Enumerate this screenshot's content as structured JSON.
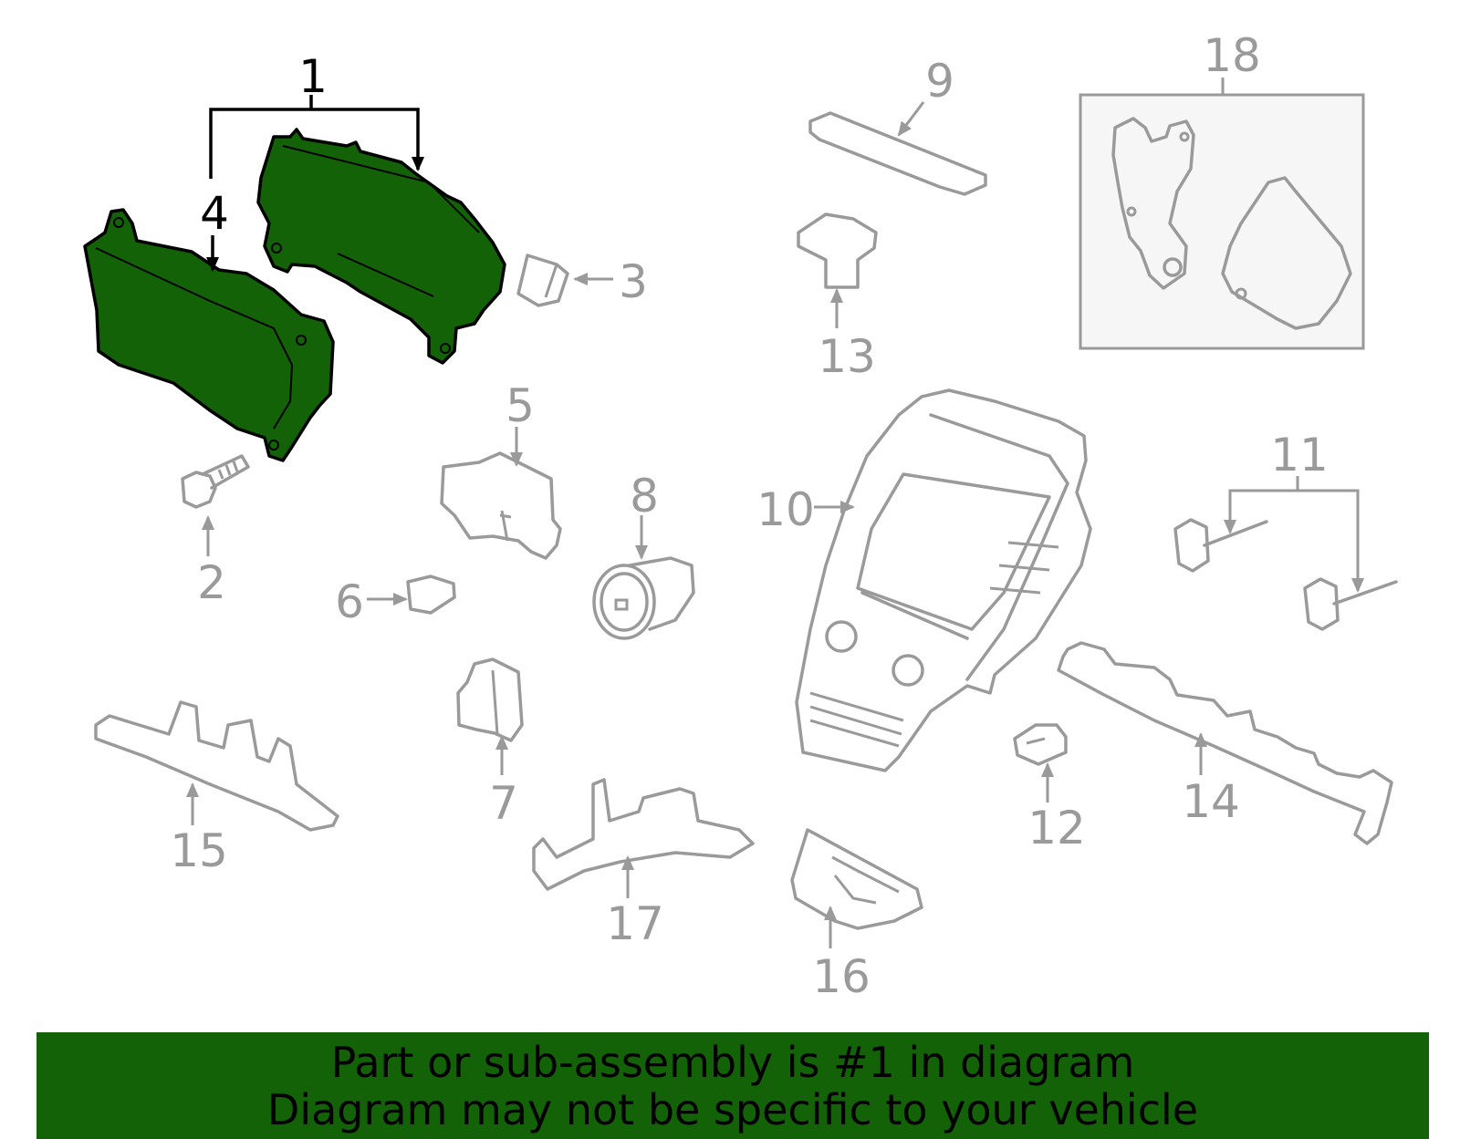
{
  "colors": {
    "highlight": "#136207",
    "callout_active": "#000000",
    "callout_inactive": "#9a9a9a",
    "inset_background": "#f6f6f6"
  },
  "callouts": {
    "c1": "1",
    "c2": "2",
    "c3": "3",
    "c4": "4",
    "c5": "5",
    "c6": "6",
    "c7": "7",
    "c8": "8",
    "c9": "9",
    "c10": "10",
    "c11": "11",
    "c12": "12",
    "c13": "13",
    "c14": "14",
    "c15": "15",
    "c16": "16",
    "c17": "17",
    "c18": "18"
  },
  "highlighted_callouts": [
    "1",
    "4"
  ],
  "banner": {
    "line1": "Part or sub-assembly is #1 in diagram",
    "line2": "Diagram may not be specific to your vehicle"
  }
}
